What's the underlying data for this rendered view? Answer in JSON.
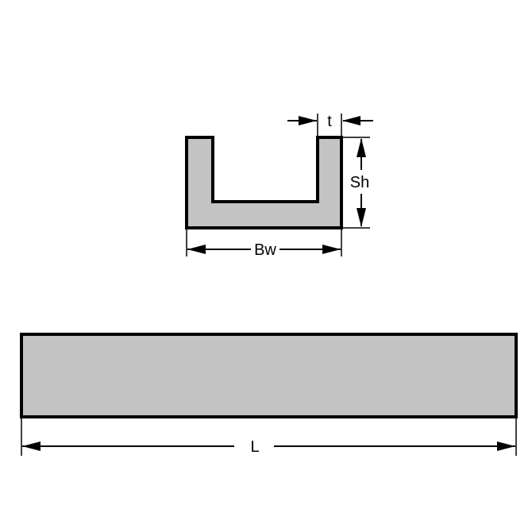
{
  "colors": {
    "fill": "#c3c3c3",
    "stroke": "#000000",
    "background": "#ffffff"
  },
  "labels": {
    "thickness": "t",
    "side_height": "Sh",
    "base_width": "Bw",
    "length": "L"
  }
}
